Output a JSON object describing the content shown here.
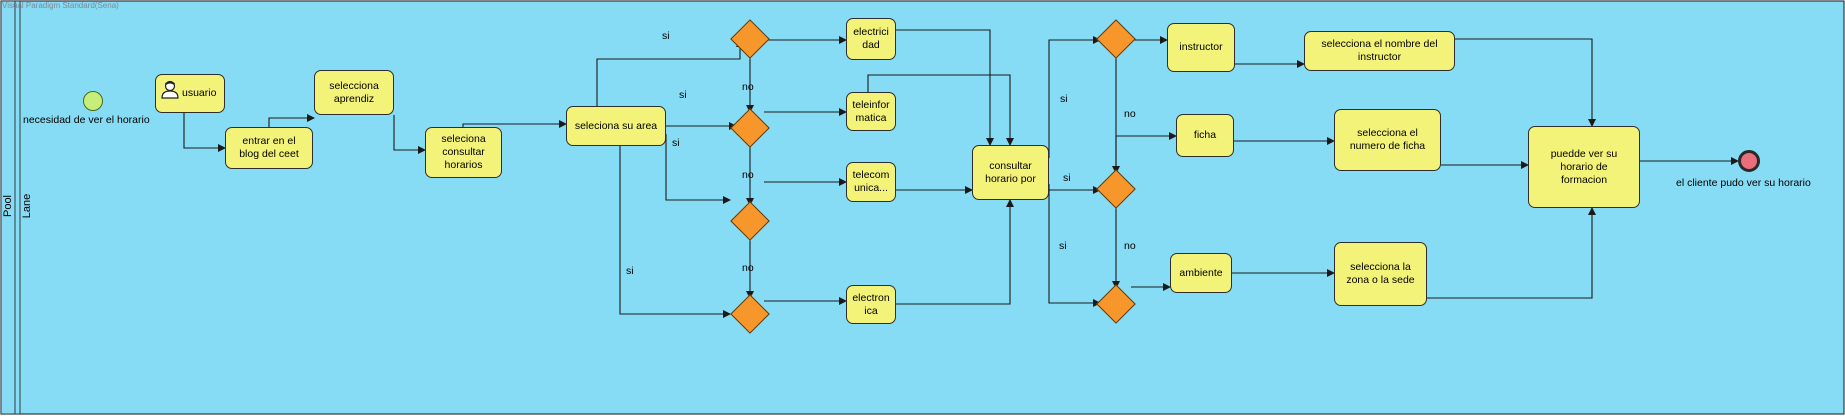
{
  "diagram": {
    "watermark": "Visual Paradigm Standard(Sena)",
    "pool_label": "Pool",
    "lane_label": "Lane",
    "colors": {
      "lane_bg": "#87dcf5",
      "task_fill": "#f3f37a",
      "gateway_fill": "#f7962a",
      "start_fill": "#c7ee79",
      "end_fill": "#ec6d7c"
    },
    "events": {
      "start_label": "necesidad de ver el horario",
      "end_label": "el cliente pudo ver su horario"
    },
    "tasks": {
      "usuario": "usuario",
      "entrar": "entrar en el\nblog del ceet",
      "aprendiz": "selecciona\naprendiz",
      "consultar_horarios": "seleciona\nconsultar\nhorarios",
      "area": "seleciona su area",
      "electricidad": "electrici\ndad",
      "teleinformatica": "teleinfor\nmatica",
      "telecomunicaciones": "telecom\nunica...",
      "electronica": "electron\nica",
      "consultar_por": "consultar\nhorario por",
      "instructor": "instructor",
      "ficha": "ficha",
      "ambiente": "ambiente",
      "nombre_instructor": "selecciona el nombre del\ninstructor",
      "numero_ficha": "selecciona el\nnumero de ficha",
      "zona": "selecciona la\nzona o la sede",
      "ver_horario": "puedde ver su\nhorario de\nformacion"
    },
    "flow_labels": {
      "si_1": "si",
      "si_2": "si",
      "si_3": "si",
      "si_4": "si",
      "si_5": "si",
      "si_6": "si",
      "si_7": "si",
      "no_1": "no",
      "no_2": "no",
      "no_3": "no",
      "no_4": "no",
      "no_5": "no"
    }
  }
}
